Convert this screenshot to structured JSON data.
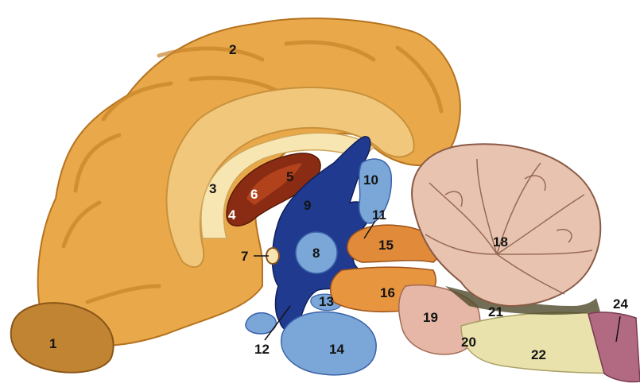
{
  "labels": {
    "l1": "1",
    "l2": "2",
    "l3": "3",
    "l4": "4",
    "l5": "5",
    "l6": "6",
    "l7": "7",
    "l8": "8",
    "l9": "9",
    "l10": "10",
    "l11": "11",
    "l12": "12",
    "l13": "13",
    "l14": "14",
    "l15": "15",
    "l16": "16",
    "l18": "18",
    "l19": "19",
    "l20": "20",
    "l21": "21",
    "l22": "22",
    "l24": "24"
  },
  "colors": {
    "cortex": "#e9a94a",
    "cortex_dark": "#b5731f",
    "limbic": "#f1c77c",
    "callosum_interior": "#f7e6b2",
    "fornix": "#8a2c13",
    "ventricle": "#1f3a8f",
    "pale_blue": "#7aa6d8",
    "cerebellum": "#e8c4b0",
    "brainstem_orange": "#e08a3a",
    "pons": "#e6b7a6",
    "medulla": "#e9e2ad",
    "cord": "#b26a83"
  }
}
